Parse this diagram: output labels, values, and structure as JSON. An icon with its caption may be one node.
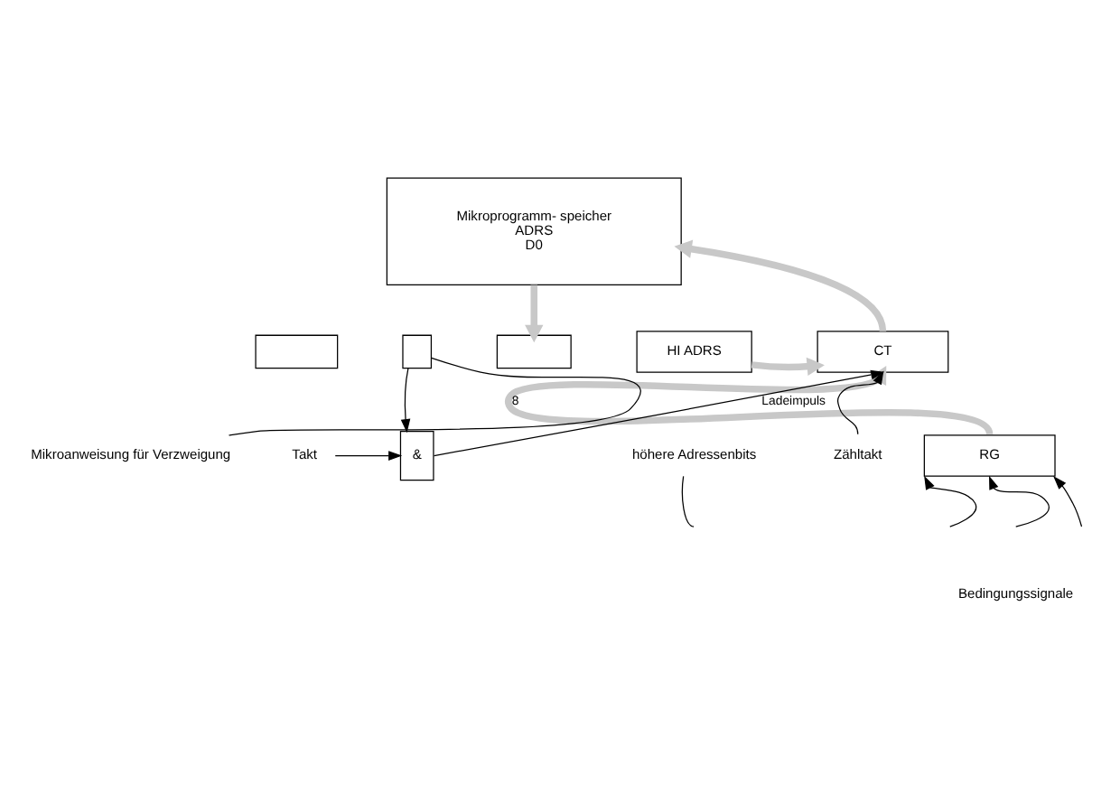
{
  "diagram": {
    "nodes": [
      {
        "text": [
          "Mikroprogramm- speicher",
          "ADRS",
          "D0"
        ]
      },
      {
        "text": [],
        "shape": "box"
      },
      {
        "text": [],
        "shape": "box"
      },
      {
        "text": [],
        "shape": "box"
      },
      {
        "text": [
          "HI ADRS"
        ]
      },
      {
        "text": [
          "CT"
        ]
      },
      {
        "text": [
          "RG"
        ]
      },
      {
        "text": [
          "&"
        ]
      },
      {
        "text": [
          "Takt"
        ]
      },
      {
        "text": [
          "Zähltakt"
        ]
      },
      {
        "text": [
          "Mikroanweisung für Verzweigung"
        ]
      },
      {
        "text": [
          "höhere Adressenbits"
        ]
      }
    ],
    "edges": [
      {
        "from": 0,
        "to": 3,
        "arrow": "to",
        "style": "thick",
        "color": "#c8c8c8"
      },
      {
        "from": 4,
        "to": 5,
        "arrow": "to",
        "style": "thick",
        "color": "#c8c8c8"
      },
      {
        "from": 5,
        "to": 0,
        "arrow": "to",
        "style": "thick",
        "color": "#c8c8c8"
      },
      {
        "from": 6,
        "to": 5,
        "arrow": "to",
        "label": "8",
        "style": "thick",
        "color": "#c8c8c8"
      },
      {
        "from": 2,
        "to": 7,
        "arrow": "to"
      },
      {
        "from": 8,
        "to": 7,
        "arrow": "to"
      },
      {
        "from": 7,
        "to": 5,
        "arrow": "to",
        "label": "Ladeimpuls"
      },
      {
        "from": 9,
        "to": 5,
        "arrow": "to"
      },
      {
        "from": null,
        "to": 6,
        "arrow": "to"
      },
      {
        "from": null,
        "to": 6,
        "arrow": "to"
      },
      {
        "from": null,
        "to": 6,
        "arrow": "to"
      },
      {
        "from": 10,
        "to": 2,
        "arrow": "none"
      },
      {
        "from": 11,
        "to": null,
        "arrow": "none"
      }
    ],
    "labels": [
      "Bedingungssignale"
    ]
  }
}
